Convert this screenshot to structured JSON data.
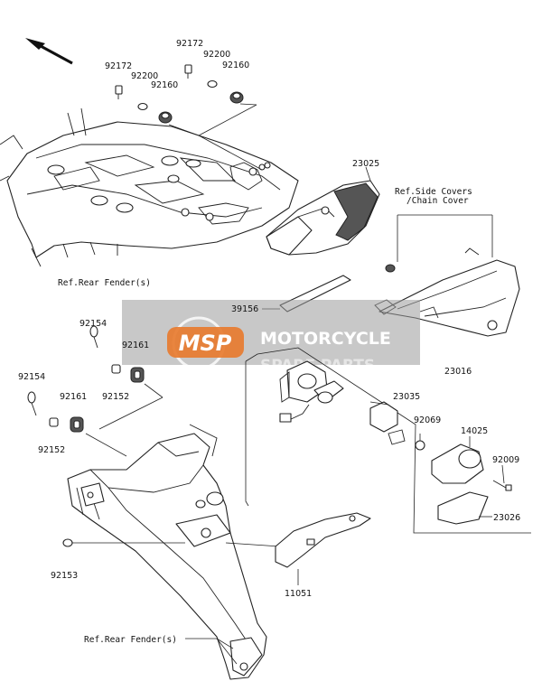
{
  "direction_arrow": "front-arrow",
  "part_numbers": {
    "p92172a": "92172",
    "p92200a": "92200",
    "p92160a": "92160",
    "p92172b": "92172",
    "p92200b": "92200",
    "p92160b": "92160",
    "p23025": "23025",
    "p39156": "39156",
    "p23016": "23016",
    "p23035": "23035",
    "p92069": "92069",
    "p14025": "14025",
    "p92009": "92009",
    "p23026": "23026",
    "p92154a": "92154",
    "p92161a": "92161",
    "p92152a": "92152",
    "p92154b": "92154",
    "p92161b": "92161",
    "p92152b": "92152",
    "p92153": "92153",
    "p11051": "11051"
  },
  "references": {
    "rear_fender_top": "Ref.Rear Fender(s)",
    "side_covers_line1": "Ref.Side Covers",
    "side_covers_line2": "/Chain Cover",
    "rear_fender_bottom": "Ref.Rear Fender(s)"
  },
  "watermark": {
    "logo": "MSP",
    "line1": "MOTORCYCLE",
    "line2": "SPARE PARTS",
    "colors": {
      "box": "#9a9a9a",
      "logo_fill": "#e8792b",
      "text": "#ffffff"
    }
  }
}
